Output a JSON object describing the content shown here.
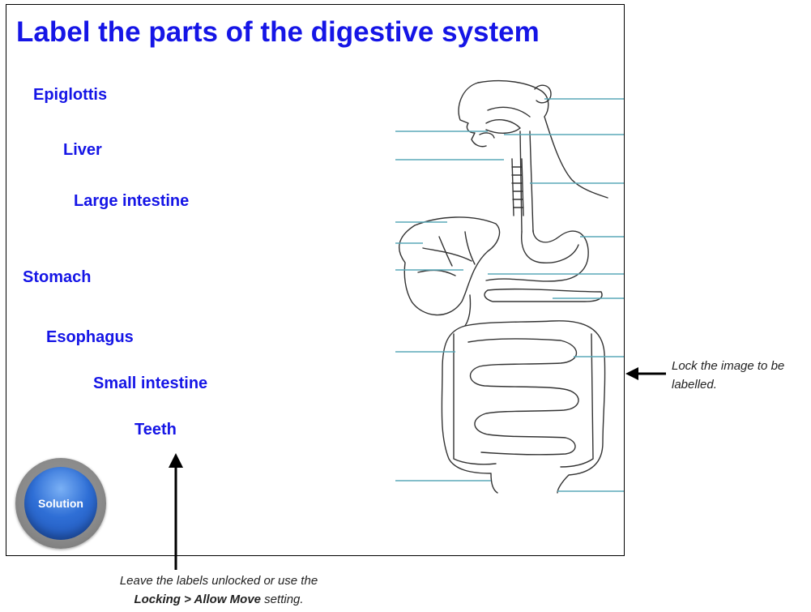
{
  "title": "Label the parts of the digestive system",
  "labels": {
    "epiglottis": "Epiglottis",
    "liver": "Liver",
    "large_intestine": "Large intestine",
    "stomach": "Stomach",
    "esophagus": "Esophagus",
    "small_intestine": "Small intestine",
    "teeth": "Teeth"
  },
  "solution_button": "Solution",
  "notes": {
    "right": "Lock the image to be labelled.",
    "bottom_line1": "Leave the labels unlocked or use the",
    "bottom_bold": "Locking > Allow Move",
    "bottom_tail": " setting."
  },
  "colors": {
    "label_text": "#1515e6",
    "leader_lines": "#5aa8b8",
    "button_blue": "#2f6fd6"
  },
  "icons": [
    "diagram-image",
    "arrow-left-icon",
    "arrow-up-icon"
  ]
}
